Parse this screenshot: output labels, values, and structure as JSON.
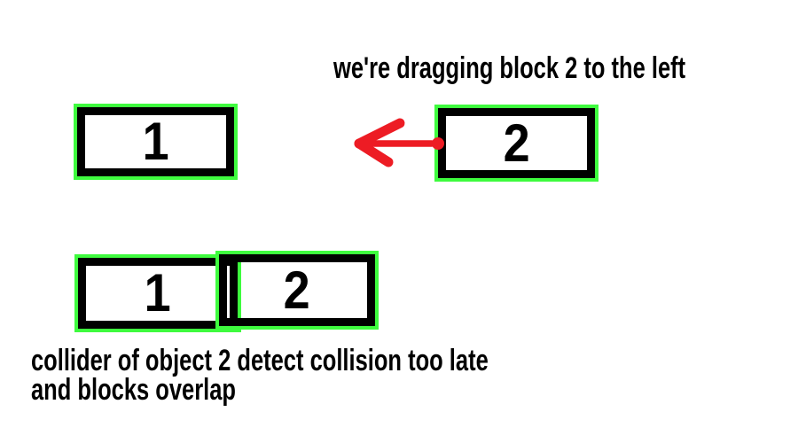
{
  "diagram": {
    "title_context": "collision detection diagram",
    "colors": {
      "outline_green": "#3EFB3E",
      "arrow_red": "#ED1C24",
      "ink_black": "#000000",
      "canvas_white": "#FFFFFF"
    },
    "annotations": {
      "top_caption": "we're dragging block 2 to the left",
      "bottom_caption_line1": "collider of object 2 detect collision too late",
      "bottom_caption_line2": "and blocks overlap"
    },
    "blocks": {
      "top_block_1": {
        "label": "1"
      },
      "top_block_2": {
        "label": "2"
      },
      "bottom_block_1": {
        "label": "1"
      },
      "bottom_block_2": {
        "label": "2"
      }
    },
    "arrow": {
      "name": "drag-direction-arrow",
      "direction": "left"
    }
  }
}
